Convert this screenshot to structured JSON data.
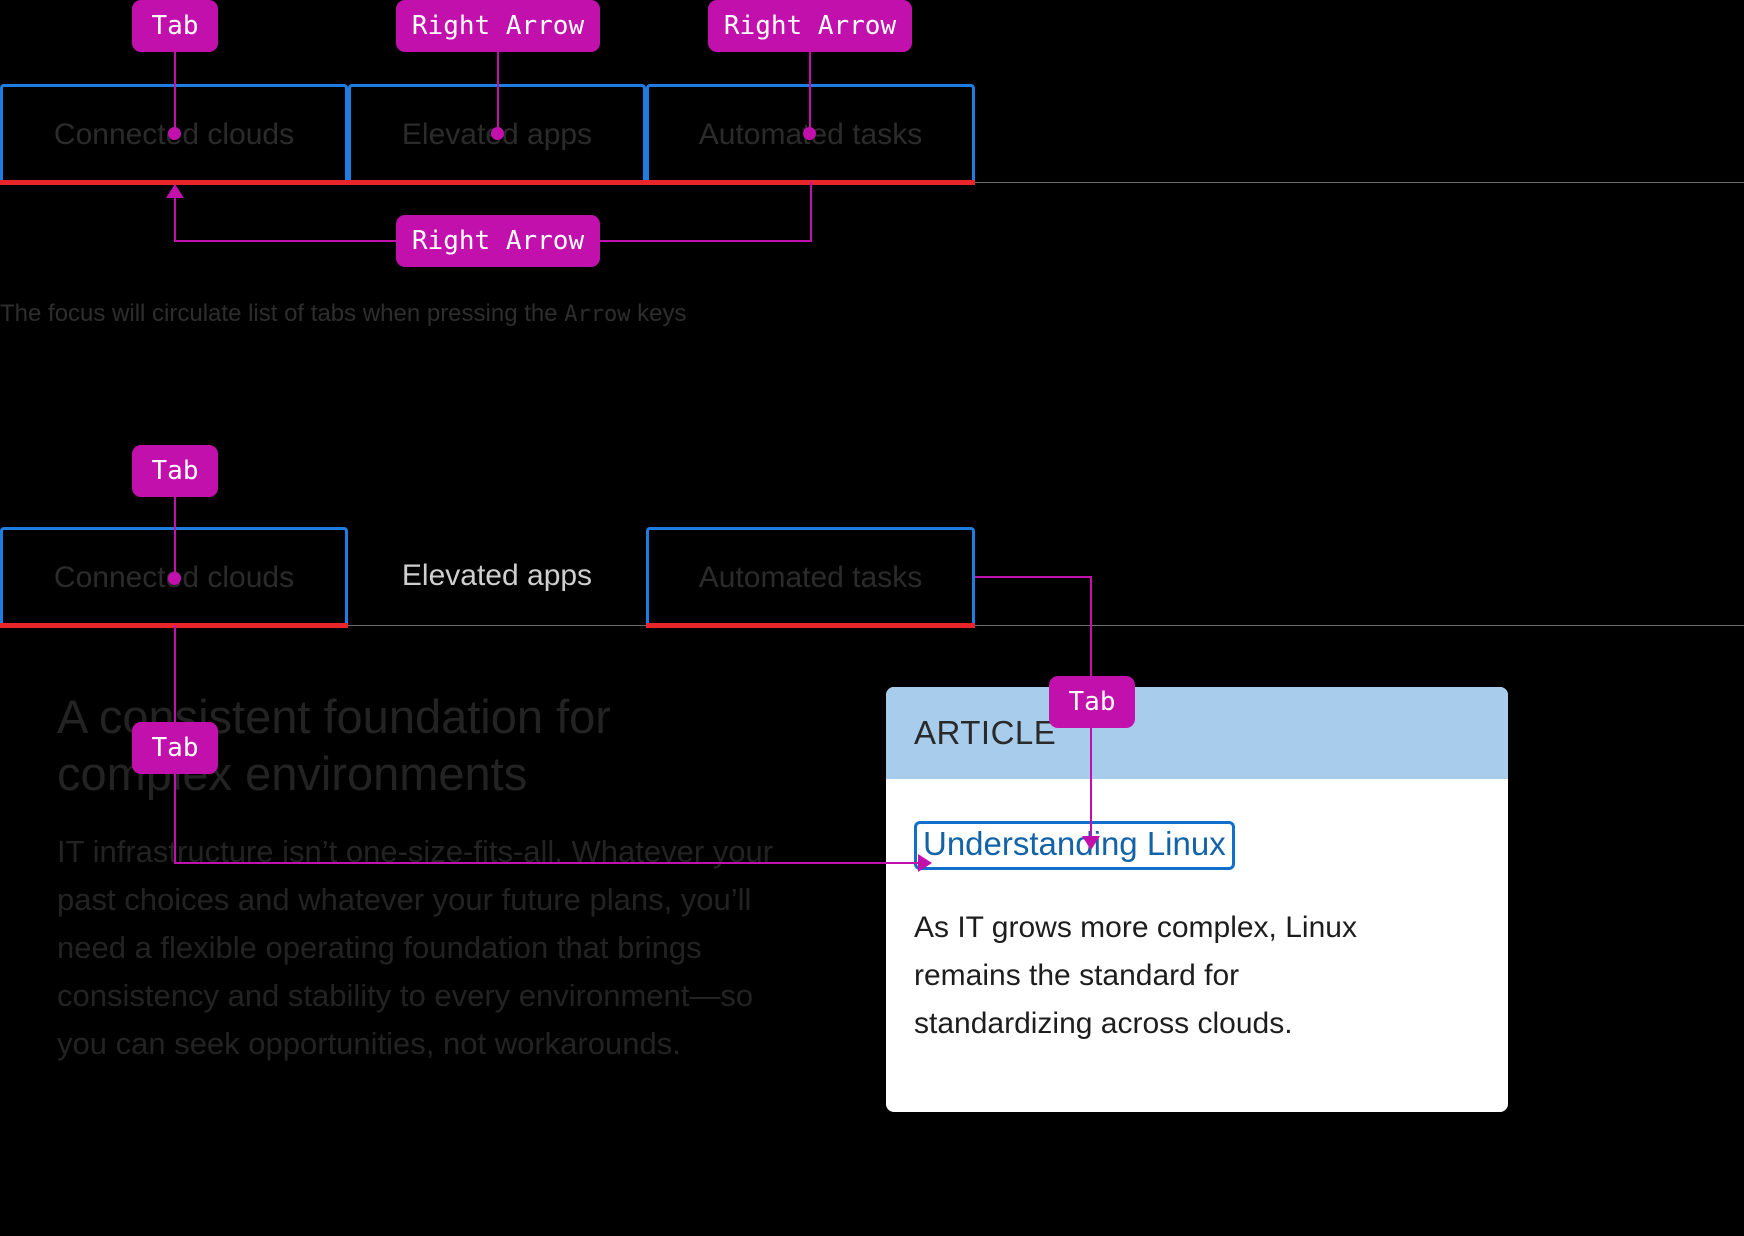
{
  "colors": {
    "background": "#000000",
    "key_badge": "#c210ad",
    "focus_ring": "#1f7ce0",
    "tab_underline": "#e8252a",
    "card_header": "#a8cdec",
    "card_link": "#1263a8",
    "muted_text": "#232323"
  },
  "section_one": {
    "key_badges": [
      {
        "label": "Tab"
      },
      {
        "label": "Right Arrow"
      },
      {
        "label": "Right Arrow"
      },
      {
        "label": "Right Arrow"
      }
    ],
    "tabs": [
      {
        "label": "Connected clouds",
        "focused": true,
        "selected": true
      },
      {
        "label": "Elevated apps",
        "focused": true,
        "selected": true
      },
      {
        "label": "Automated tasks",
        "focused": true,
        "selected": true
      }
    ],
    "caption_before": "The focus will circulate list of tabs when pressing the ",
    "caption_key": "Arrow",
    "caption_after": " keys"
  },
  "section_two": {
    "key_badges": [
      {
        "label": "Tab"
      },
      {
        "label": "Tab"
      },
      {
        "label": "Tab"
      }
    ],
    "tabs": [
      {
        "label": "Connected clouds",
        "focused": true,
        "selected": true
      },
      {
        "label": "Elevated apps",
        "focused": false,
        "selected": false
      },
      {
        "label": "Automated tasks",
        "focused": true,
        "selected": true
      }
    ],
    "content": {
      "heading": "A consistent foundation for complex environments",
      "paragraph": "IT infrastructure isn’t one-size-fits-all. Whatever your past choices and whatever your future plans, you’ll need a flexible operating foundation that brings consistency and stability to every environment—so you can seek opportunities, not workarounds."
    },
    "card": {
      "eyebrow": "ARTICLE",
      "link": "Understanding Linux",
      "body": "As IT grows more complex, Linux remains the standard for standardizing across clouds."
    }
  }
}
